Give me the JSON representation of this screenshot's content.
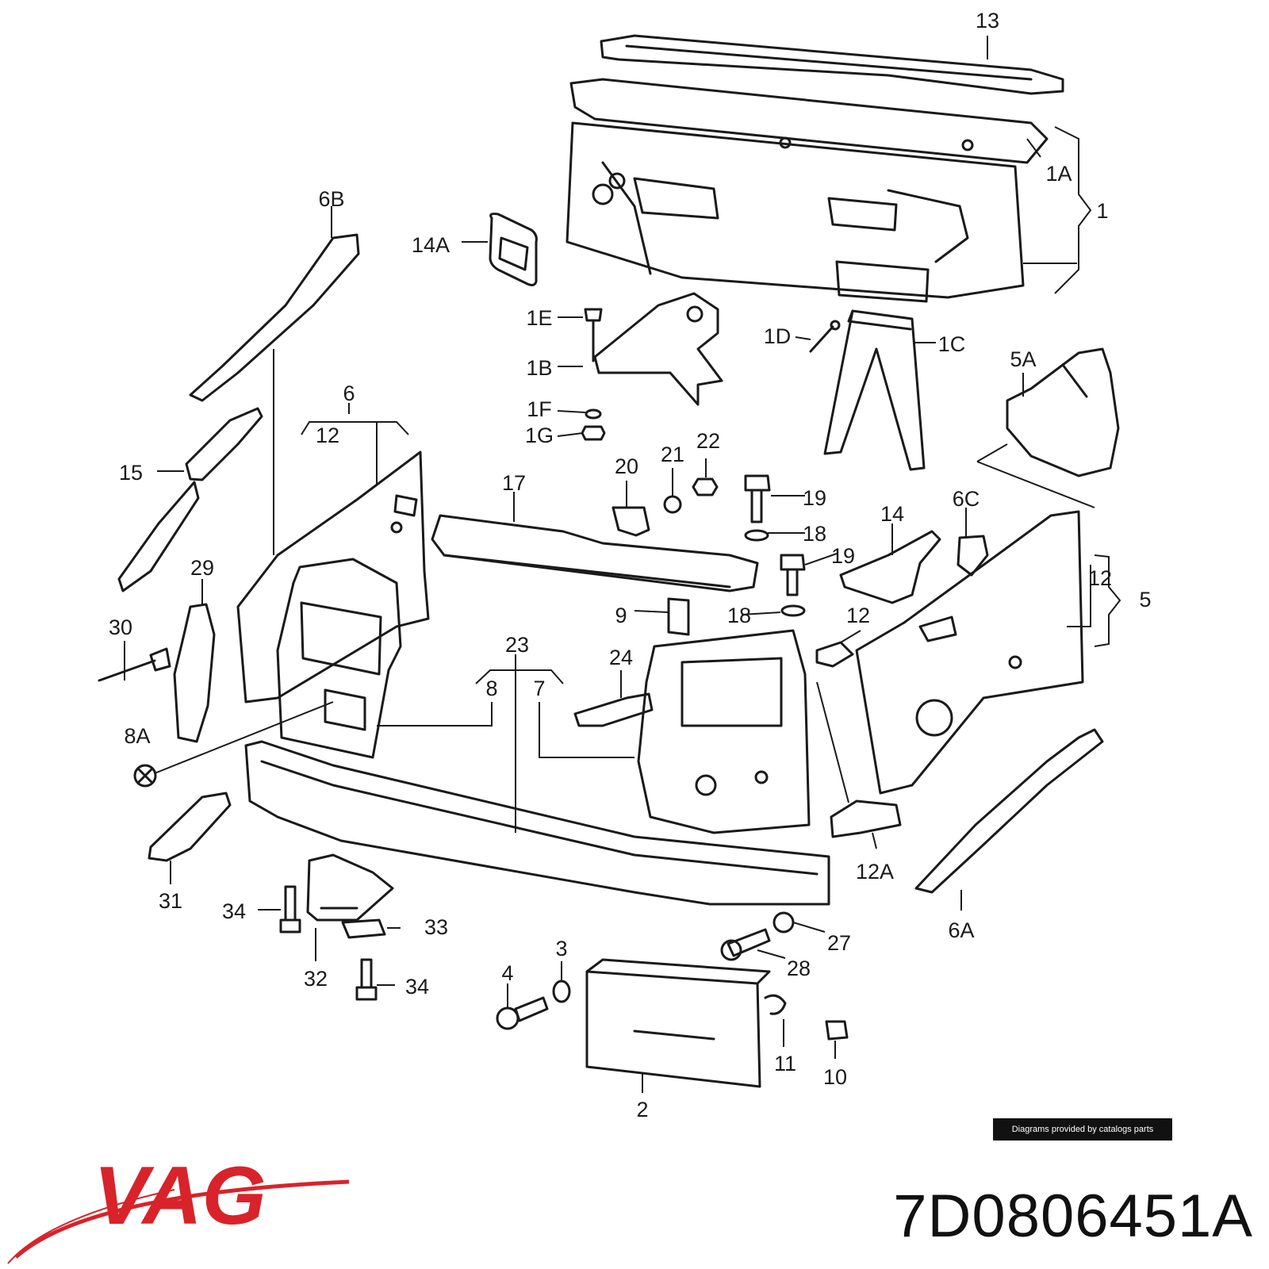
{
  "callouts": [
    {
      "id": "13",
      "label": "13"
    },
    {
      "id": "1A",
      "label": "1A"
    },
    {
      "id": "1",
      "label": "1"
    },
    {
      "id": "6B",
      "label": "6B"
    },
    {
      "id": "14A",
      "label": "14A"
    },
    {
      "id": "1E",
      "label": "1E"
    },
    {
      "id": "1B",
      "label": "1B"
    },
    {
      "id": "1F",
      "label": "1F"
    },
    {
      "id": "1G",
      "label": "1G"
    },
    {
      "id": "1D",
      "label": "1D"
    },
    {
      "id": "1C",
      "label": "1C"
    },
    {
      "id": "5A",
      "label": "5A"
    },
    {
      "id": "6",
      "label": "6"
    },
    {
      "id": "12-left",
      "label": "12"
    },
    {
      "id": "15",
      "label": "15"
    },
    {
      "id": "21",
      "label": "21"
    },
    {
      "id": "22",
      "label": "22"
    },
    {
      "id": "20",
      "label": "20"
    },
    {
      "id": "17",
      "label": "17"
    },
    {
      "id": "19-top",
      "label": "19"
    },
    {
      "id": "18-top",
      "label": "18"
    },
    {
      "id": "19-bottom",
      "label": "19"
    },
    {
      "id": "14",
      "label": "14"
    },
    {
      "id": "6C",
      "label": "6C"
    },
    {
      "id": "12-right",
      "label": "12"
    },
    {
      "id": "5",
      "label": "5"
    },
    {
      "id": "29",
      "label": "29"
    },
    {
      "id": "30",
      "label": "30"
    },
    {
      "id": "9",
      "label": "9"
    },
    {
      "id": "18-bottom",
      "label": "18"
    },
    {
      "id": "12-mid",
      "label": "12"
    },
    {
      "id": "23",
      "label": "23"
    },
    {
      "id": "8",
      "label": "8"
    },
    {
      "id": "7",
      "label": "7"
    },
    {
      "id": "24",
      "label": "24"
    },
    {
      "id": "8A",
      "label": "8A"
    },
    {
      "id": "12A",
      "label": "12A"
    },
    {
      "id": "31",
      "label": "31"
    },
    {
      "id": "6A",
      "label": "6A"
    },
    {
      "id": "34-top",
      "label": "34"
    },
    {
      "id": "33",
      "label": "33"
    },
    {
      "id": "27",
      "label": "27"
    },
    {
      "id": "32",
      "label": "32"
    },
    {
      "id": "34-bottom",
      "label": "34"
    },
    {
      "id": "28",
      "label": "28"
    },
    {
      "id": "3",
      "label": "3"
    },
    {
      "id": "4",
      "label": "4"
    },
    {
      "id": "11",
      "label": "11"
    },
    {
      "id": "10",
      "label": "10"
    },
    {
      "id": "2",
      "label": "2"
    }
  ],
  "credit": "Diagrams provided by catalogs parts",
  "brand": {
    "name": "VAG",
    "color": "#d8232a"
  },
  "part_number": "7D0806451A"
}
